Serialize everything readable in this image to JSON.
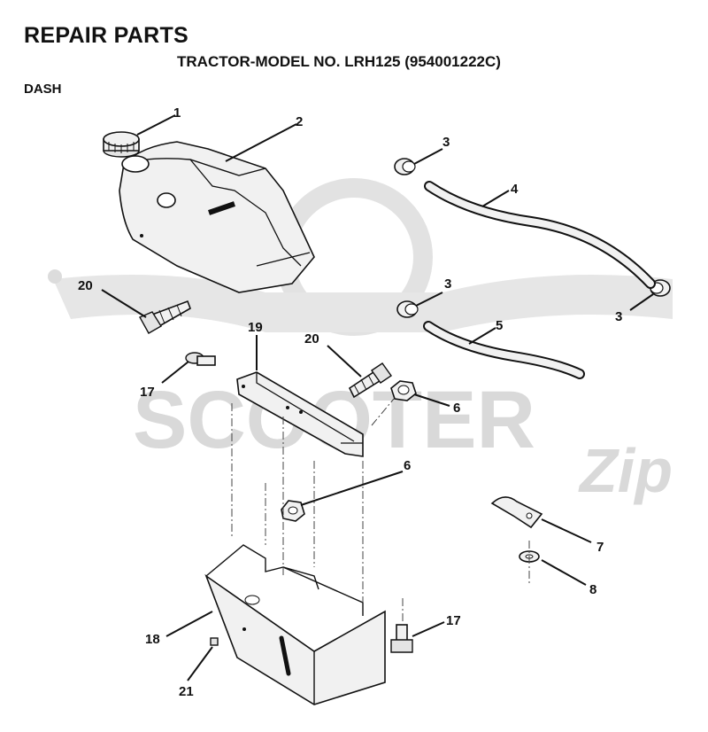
{
  "header": {
    "title": "REPAIR PARTS",
    "subtitle": "TRACTOR-MODEL NO. LRH125 (954001222C)",
    "section": "DASH"
  },
  "watermark": {
    "text": "SCOOTER",
    "script": "Zip"
  },
  "callouts": [
    "1",
    "2",
    "3",
    "4",
    "3",
    "3",
    "5",
    "20",
    "19",
    "20",
    "17",
    "6",
    "6",
    "7",
    "8",
    "18",
    "17",
    "21"
  ]
}
